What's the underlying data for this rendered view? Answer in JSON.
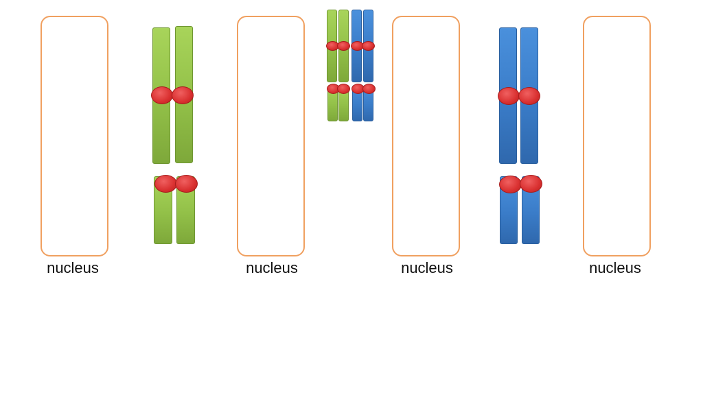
{
  "nuclei": [
    {
      "label": "nucleus"
    },
    {
      "label": "nucleus"
    },
    {
      "label": "nucleus"
    },
    {
      "label": "nucleus"
    }
  ],
  "colors": {
    "nucleus_border": "#f0a060",
    "chromosome_green": "#92c048",
    "chromosome_blue": "#3a7cc8",
    "centromere": "#d93030"
  }
}
